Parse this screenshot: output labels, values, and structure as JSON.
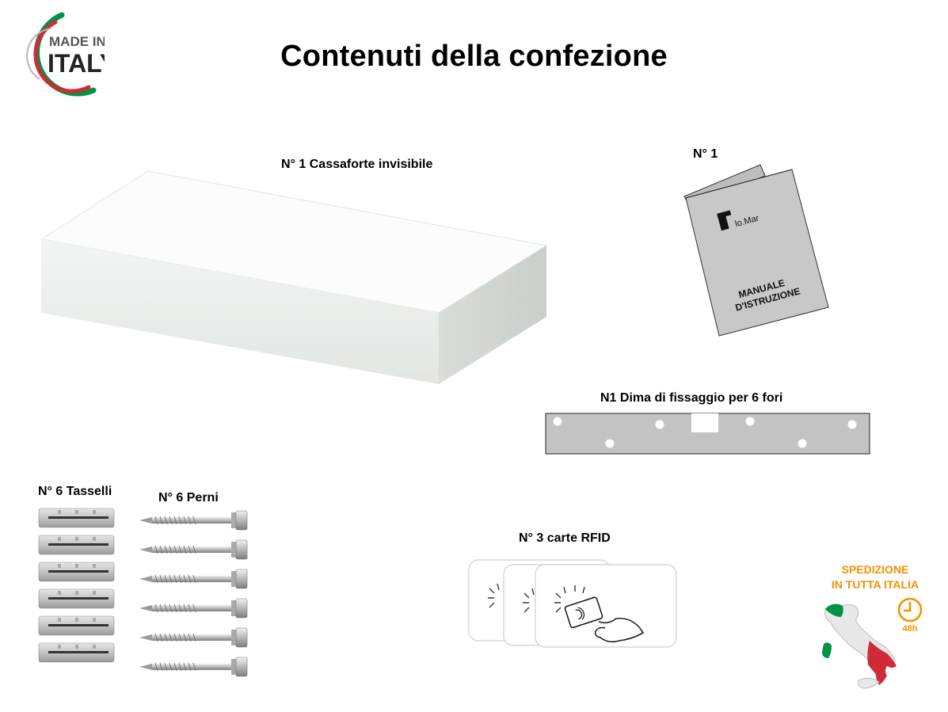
{
  "badge": {
    "line1": "MADE IN",
    "line2": "ITALY",
    "colors": {
      "green": "#009246",
      "red": "#ce2b37",
      "gray": "#9a9a9a"
    }
  },
  "title": "Contenuti della confezione",
  "items": {
    "safe": {
      "label": "N° 1 Cassaforte invisibile"
    },
    "manual": {
      "label": "N° 1",
      "brand": "lo.Mar",
      "text_line1": "MANUALE",
      "text_line2": "D'ISTRUZIONE"
    },
    "template": {
      "label": "N1 Dima di fissaggio per 6 fori"
    },
    "anchors": {
      "label": "N° 6 Tasselli",
      "count": 6
    },
    "pins": {
      "label": "N° 6 Perni",
      "count": 6
    },
    "cards": {
      "label": "N° 3 carte RFID",
      "count": 3
    }
  },
  "shipping": {
    "line1": "SPEDIZIONE",
    "line2": "IN TUTTA ITALIA",
    "time": "48h",
    "icon": "clock-icon",
    "accent": "#f39200"
  }
}
